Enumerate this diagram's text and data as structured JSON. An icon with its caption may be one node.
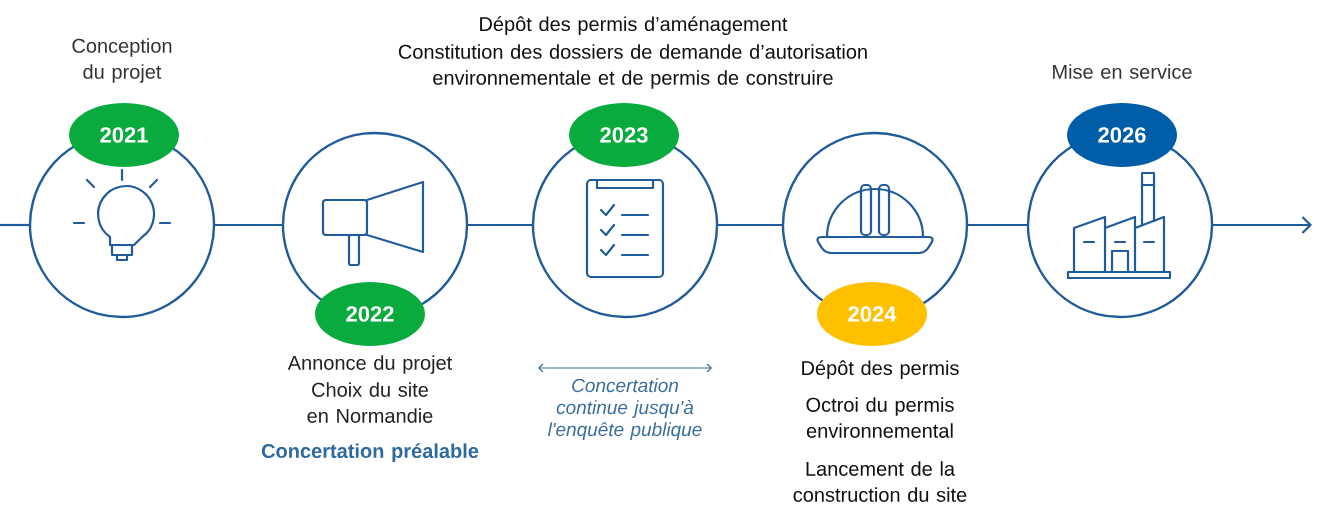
{
  "diagram": {
    "nodes": [
      {
        "text": [],
        "shape": "circle"
      },
      {
        "text": [
          "2021"
        ],
        "beside": [
          "Conception du projet"
        ]
      },
      {
        "text": [],
        "shape": "circle"
      },
      {
        "text": [
          "2022"
        ],
        "beside": [
          "Annonce du projet",
          "Choix du site en Normandie",
          "Concertation préalable"
        ]
      },
      {
        "text": [],
        "shape": "circle"
      },
      {
        "text": [
          "2023"
        ],
        "beside": [
          "Dépôt des permis d’aménagement",
          "Constitution des dossiers de demande d’autorisation environnementale et de permis de construire"
        ]
      },
      {
        "text": [],
        "shape": "circle"
      },
      {
        "text": [
          "2024"
        ],
        "beside": [
          "Dépôt des permis",
          "Octroi du permis environnemental",
          "Lancement de la construction du site"
        ]
      },
      {
        "text": [],
        "shape": "circle"
      },
      {
        "text": [
          "2026"
        ],
        "beside": [
          "Mise en service"
        ]
      }
    ],
    "edges": [
      {
        "from": null,
        "to": 0,
        "arrow": "none"
      },
      {
        "from": 0,
        "to": 2,
        "arrow": "none"
      },
      {
        "from": 2,
        "to": 4,
        "arrow": "none"
      },
      {
        "from": 4,
        "to": 6,
        "arrow": "none"
      },
      {
        "from": 6,
        "to": 8,
        "arrow": "none"
      },
      {
        "from": 8,
        "to": null,
        "arrow": "to"
      }
    ],
    "labels": [
      "Concertation continue jusqu'à l'enquête publique"
    ]
  }
}
